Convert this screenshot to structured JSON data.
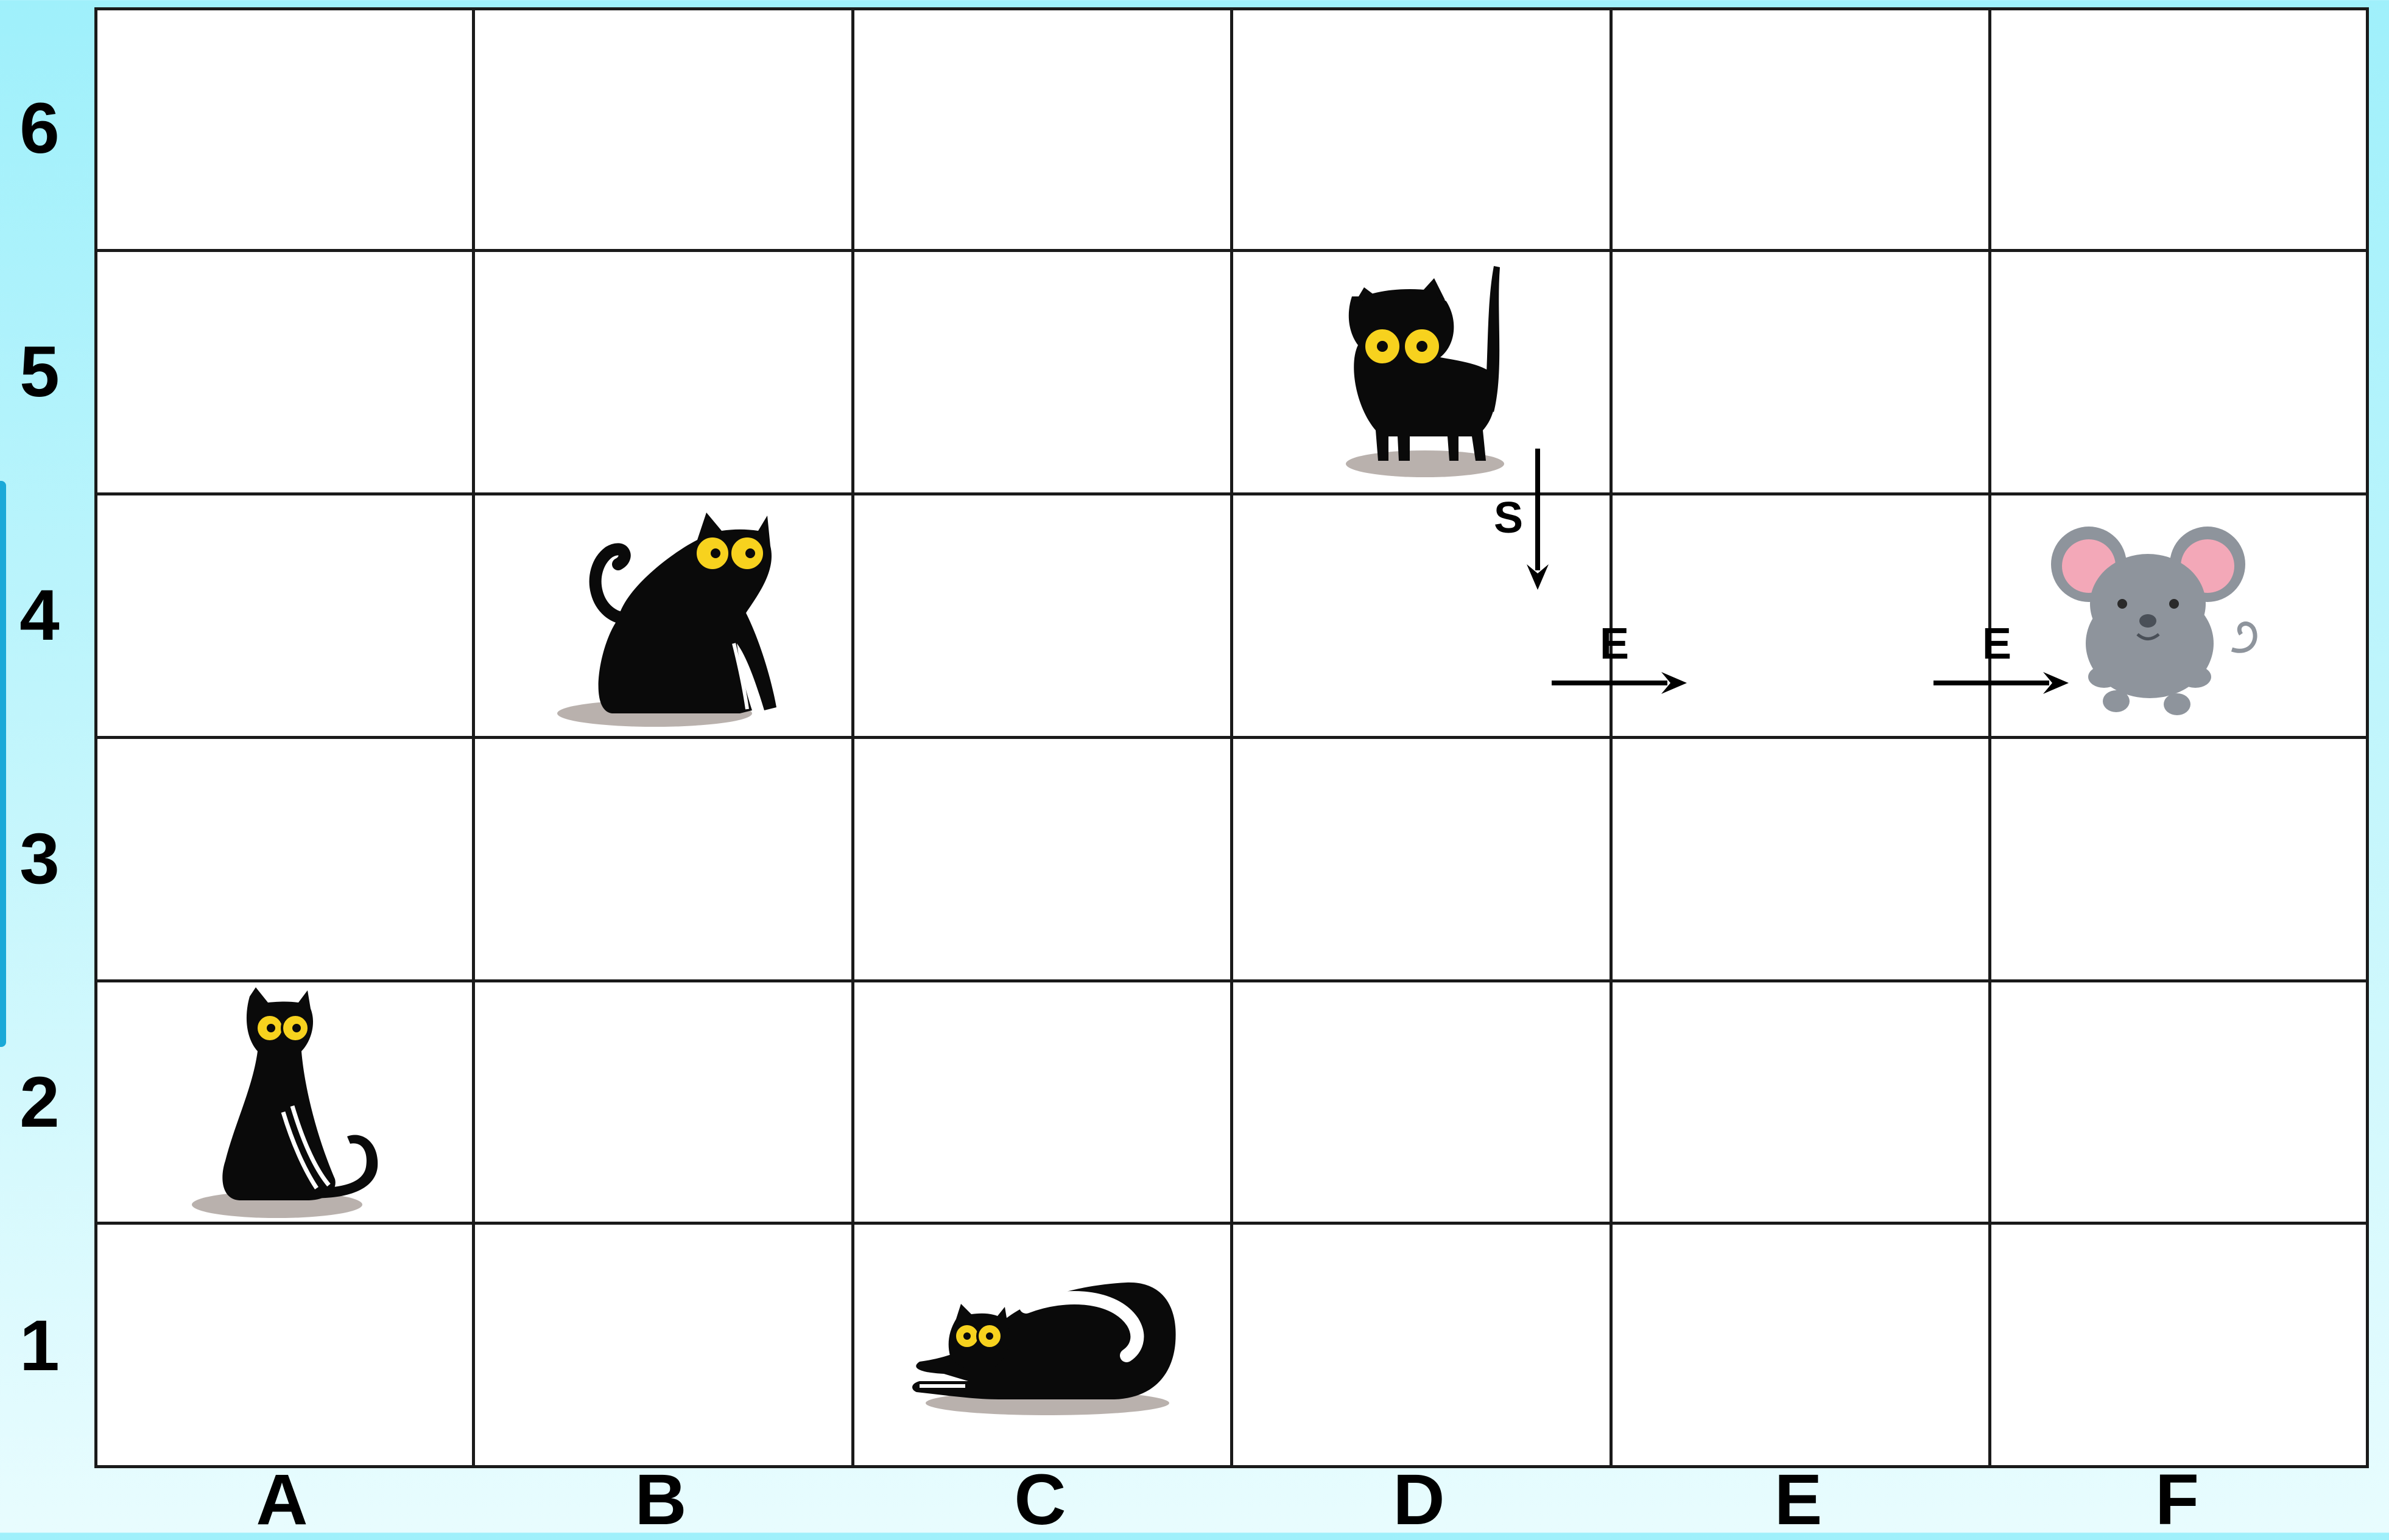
{
  "board": {
    "columns": [
      "A",
      "B",
      "C",
      "D",
      "E",
      "F"
    ],
    "rows": [
      "6",
      "5",
      "4",
      "3",
      "2",
      "1"
    ]
  },
  "pieces": [
    {
      "name": "cat-sitting-looking-up",
      "icon": "cat-icon",
      "cell": "B4"
    },
    {
      "name": "cat-standing-tail-up",
      "icon": "cat-icon",
      "cell": "D5"
    },
    {
      "name": "cat-sitting-side",
      "icon": "cat-icon",
      "cell": "A2"
    },
    {
      "name": "cat-lying-down",
      "icon": "cat-icon",
      "cell": "C1"
    },
    {
      "name": "mouse",
      "icon": "mouse-icon",
      "cell": "F4"
    }
  ],
  "moves": [
    {
      "direction": "down",
      "label": "S"
    },
    {
      "direction": "right",
      "label": "E"
    },
    {
      "direction": "right",
      "label": "E"
    }
  ],
  "colors": {
    "background_top": "#9ff0fb",
    "background_bottom": "#e8fcfe",
    "grid": "#1a1a1a",
    "cat": "#0a0a0a",
    "cat_eyes": "#f7d21e",
    "mouse_body": "#8e949c",
    "mouse_ear_inner": "#f3a8b8"
  }
}
